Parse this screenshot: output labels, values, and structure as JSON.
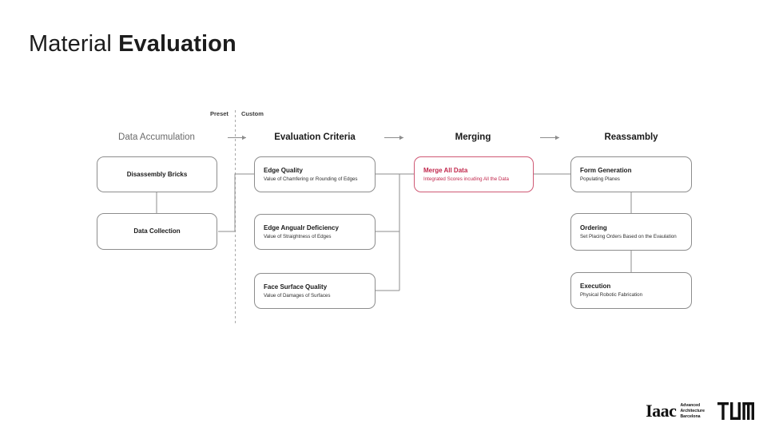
{
  "slide": {
    "title_light": "Material ",
    "title_bold": "Evaluation"
  },
  "diagram": {
    "mode_labels": {
      "preset": "Preset",
      "custom": "Custom"
    },
    "columns": [
      {
        "id": "data-accumulation",
        "label": "Data Accumulation",
        "style": "muted"
      },
      {
        "id": "evaluation-criteria",
        "label": "Evaluation Criteria",
        "style": "bold"
      },
      {
        "id": "merging",
        "label": "Merging",
        "style": "bold"
      },
      {
        "id": "reassambly",
        "label": "Reassambly",
        "style": "bold"
      }
    ],
    "nodes": {
      "disassembly_bricks": {
        "title": "Disassembly Bricks"
      },
      "data_collection": {
        "title": "Data Collection"
      },
      "edge_quality": {
        "title": "Edge Quality",
        "sub": "Value of Chamfering or Rounding of Edges"
      },
      "edge_angular_deficiency": {
        "title": "Edge Angualr Deficiency",
        "sub": "Value of Straightness of Edges"
      },
      "face_surface_quality": {
        "title": "Face Surface Quality",
        "sub": "Value of Damages of Surfaces"
      },
      "merge_all_data": {
        "title": "Merge All Data",
        "sub": "Integrated Scores incuding All the Data"
      },
      "form_generation": {
        "title": "Form Generation",
        "sub": "Populating Planes"
      },
      "ordering": {
        "title": "Ordering",
        "sub": "Set Placing Orders Based on the Evaulation"
      },
      "execution": {
        "title": "Execution",
        "sub": "Physical Robotic Fabrication"
      }
    }
  },
  "footer": {
    "iaac_wordmark": "Iaac",
    "iaac_tagline_line1": "Advanced",
    "iaac_tagline_line2": "Architecture",
    "iaac_tagline_line3": "Barcelona",
    "tum_label": "TUM"
  },
  "colors": {
    "accent_red": "#c1274c",
    "accent_red_border": "#cf5874",
    "node_border": "#8d8d8d",
    "connector": "#8d8d8d",
    "muted_text": "#6b6b6b",
    "body_text": "#1a1a1a"
  }
}
